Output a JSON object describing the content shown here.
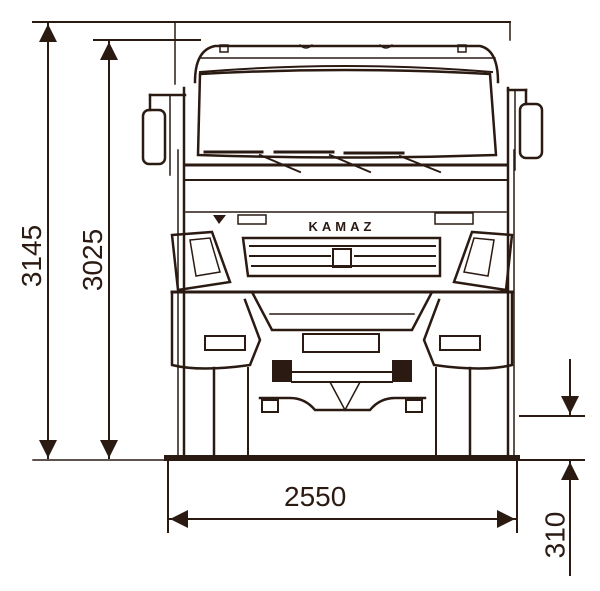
{
  "diagram": {
    "type": "technical-dimension-drawing",
    "subject": "truck front view",
    "brand_text": "KAMAZ",
    "line_color": "#2a1a12",
    "background": "#ffffff"
  },
  "dimensions": {
    "overall_height": {
      "value": "3145",
      "orientation": "vertical"
    },
    "cab_height": {
      "value": "3025",
      "orientation": "vertical"
    },
    "overall_width": {
      "value": "2550",
      "orientation": "horizontal"
    },
    "ground_clearance": {
      "value": "310",
      "orientation": "vertical"
    }
  }
}
